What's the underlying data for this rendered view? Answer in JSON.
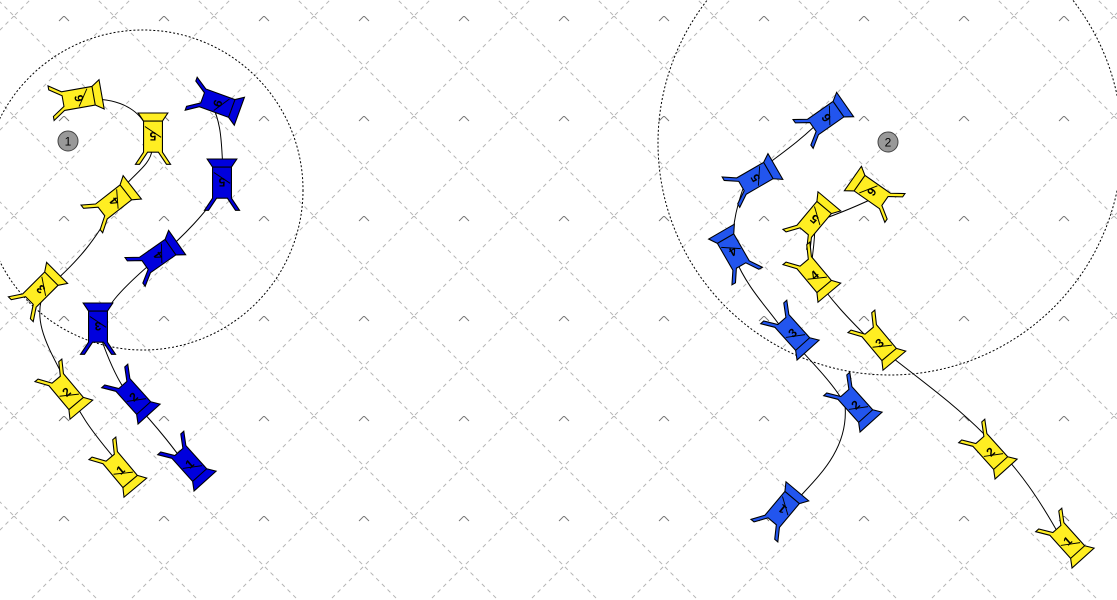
{
  "colors": {
    "yellow_fleet": "#ffee22",
    "blue_fleet_1": "#0000dd",
    "blue_fleet_2": "#2255ee",
    "grid": "#b8b8b8",
    "marker_fill": "#999999"
  },
  "scenes": [
    {
      "marker": "1",
      "yellow": [
        "6",
        "5",
        "4",
        "3",
        "2",
        "1"
      ],
      "blue": [
        "6",
        "5",
        "4",
        "3",
        "2",
        "1"
      ]
    },
    {
      "marker": "2",
      "yellow": [
        "6",
        "5",
        "4",
        "3",
        "2",
        "1"
      ],
      "blue": [
        "6",
        "5",
        "4",
        "3",
        "2",
        "1"
      ]
    }
  ]
}
